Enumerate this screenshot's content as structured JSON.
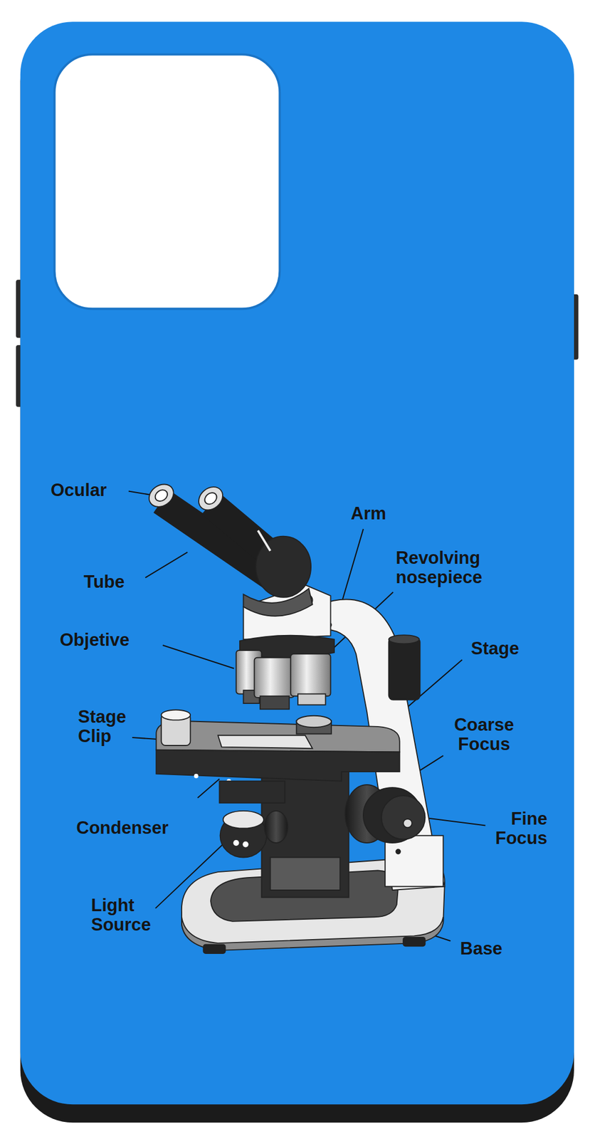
{
  "diagram": {
    "labels": [
      "Ocular",
      "Arm",
      "Tube",
      "Revolving nosepiece",
      "Objetive",
      "Stage",
      "Stage Clip",
      "Coarse Focus",
      "Fine Focus",
      "Condenser",
      "Light Source",
      "Base"
    ]
  }
}
